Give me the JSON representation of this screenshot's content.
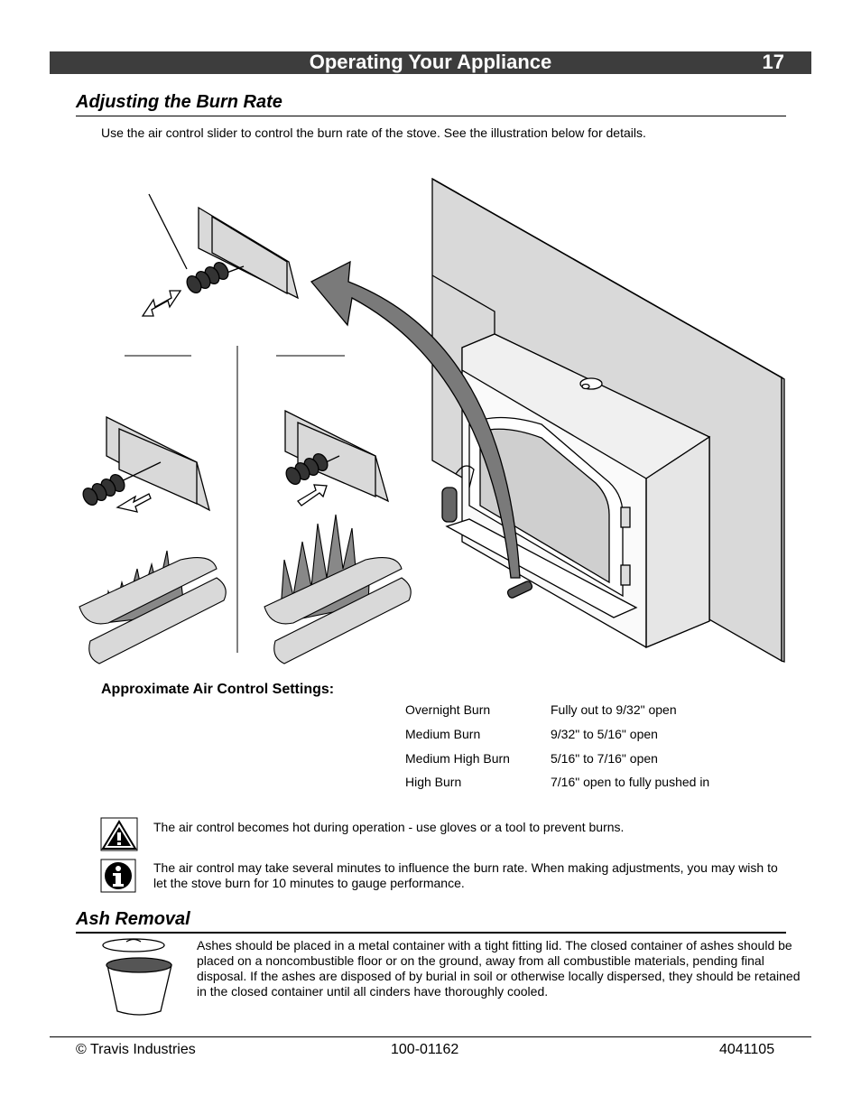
{
  "header": {
    "title": "Operating Your Appliance",
    "page_number": "17"
  },
  "burn_rate": {
    "title": "Adjusting the Burn Rate",
    "intro": "Use the air control slider to control the burn rate of the stove.  See the illustration below for details."
  },
  "settings": {
    "title": "Approximate Air Control Settings:",
    "rows": [
      {
        "setting": "Overnight Burn",
        "value": "Fully out to 9/32\" open"
      },
      {
        "setting": "Medium Burn",
        "value": "9/32\" to 5/16\" open"
      },
      {
        "setting": "Medium High Burn",
        "value": "5/16\" to 7/16\" open"
      },
      {
        "setting": "High Burn",
        "value": "7/16\" open to fully pushed in"
      }
    ]
  },
  "notes": {
    "warning": "The air control becomes hot during operation - use gloves or a tool to prevent burns.",
    "info": "The air control may take several minutes to influence the burn rate.  When making adjustments, you may wish to let the stove burn for 10 minutes to gauge performance."
  },
  "ash": {
    "title": "Ash Removal",
    "text": "Ashes should be placed in a metal container with a tight fitting lid. The closed container of ashes should be placed on a noncombustible floor or on the ground, away from all combustible materials, pending final disposal. If the ashes are disposed of by burial in soil or otherwise locally dispersed, they should be retained in the closed container until all cinders have thoroughly cooled."
  },
  "footer": {
    "left": "© Travis Industries",
    "center": "100-01162",
    "right": "4041105"
  },
  "icons": {
    "warning": "warning-triangle-icon",
    "info": "info-icon",
    "ash": "ash-bucket-icon"
  },
  "colors": {
    "header_bg": "#3d3d3d",
    "illustration_fill": "#d9d9d9",
    "arrow_fill": "#7a7a7a"
  }
}
